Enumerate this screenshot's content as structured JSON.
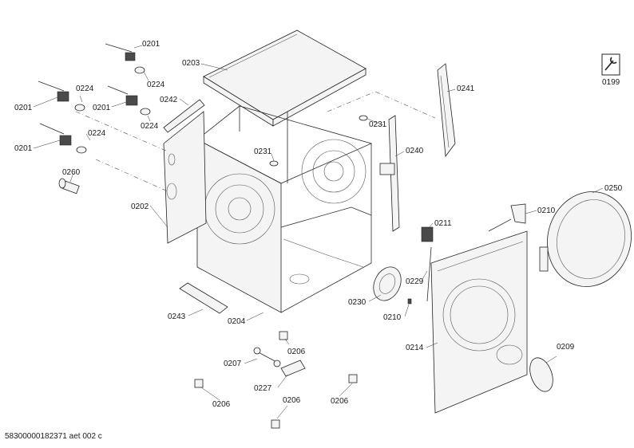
{
  "labels": {
    "l_0201_a": "0201",
    "l_0224_a": "0224",
    "l_0203": "0203",
    "l_0224_b": "0224",
    "l_0201_b": "0201",
    "l_0201_c": "0201",
    "l_0242": "0242",
    "l_0224_c": "0224",
    "l_0224_d": "0224",
    "l_0201_d": "0201",
    "l_0231_a": "0231",
    "l_0231_b": "0231",
    "l_0241": "0241",
    "l_0240": "0240",
    "l_0199": "0199",
    "l_0260": "0260",
    "l_0202": "0202",
    "l_0250": "0250",
    "l_0210_a": "0210",
    "l_0211": "0211",
    "l_0229": "0229",
    "l_0230": "0230",
    "l_0210_b": "0210",
    "l_0243": "0243",
    "l_0204": "0204",
    "l_0206_a": "0206",
    "l_0214": "0214",
    "l_0209": "0209",
    "l_0207": "0207",
    "l_0227": "0227",
    "l_0206_b": "0206",
    "l_0206_c": "0206",
    "l_0206_d": "0206"
  },
  "footer": "58300000182371 aet 002 c"
}
